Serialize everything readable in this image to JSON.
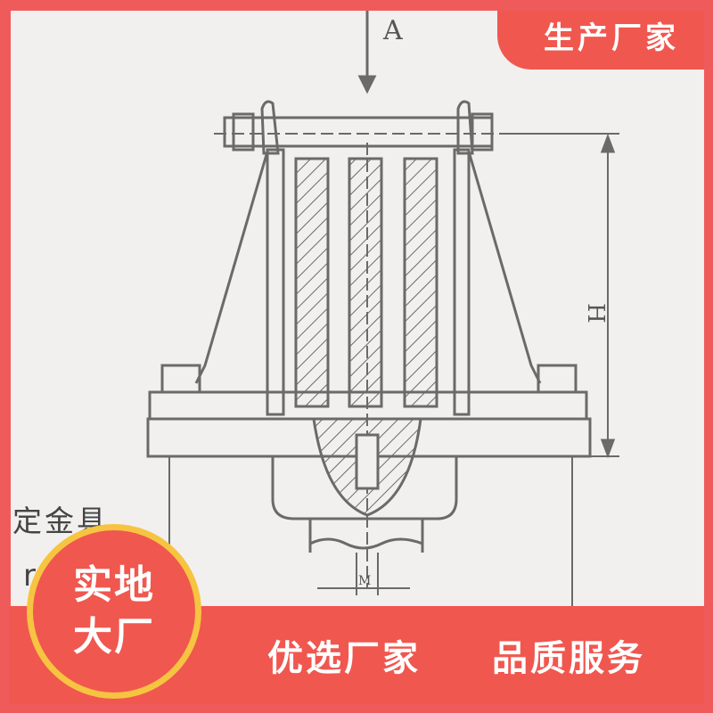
{
  "diagram": {
    "view_label": "A",
    "dimension_h": "H",
    "dimension_m": "M",
    "partial_caption_cn": "定金具",
    "partial_caption_en": "r"
  },
  "badges": {
    "top_right": "生产厂家",
    "circle_line1": "实地",
    "circle_line2": "大厂",
    "bottom_left": "优选厂家",
    "bottom_right": "品质服务"
  },
  "colors": {
    "brand_red": "#f0574f",
    "ring_yellow": "#f6c441",
    "line_gray": "#6a6a6a"
  }
}
